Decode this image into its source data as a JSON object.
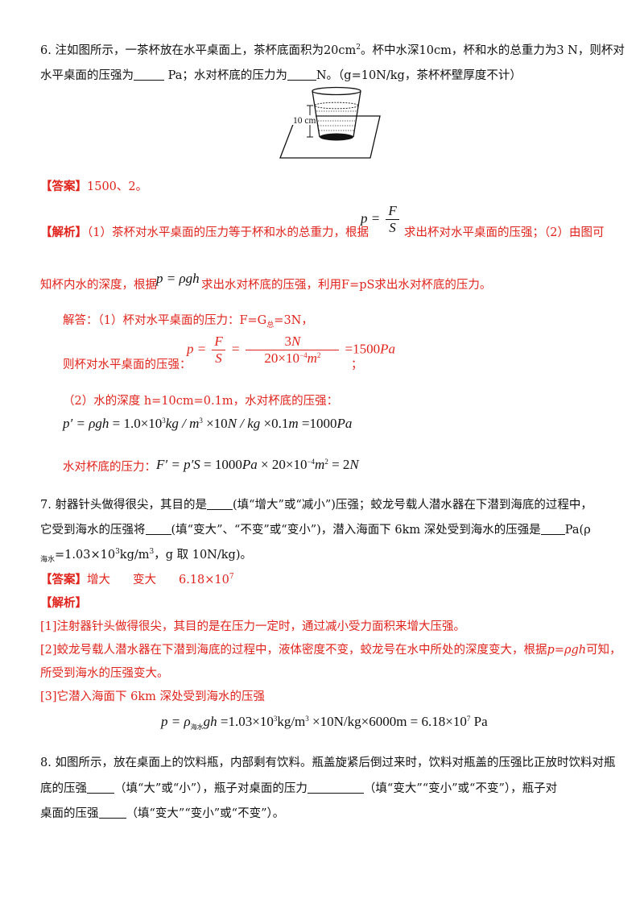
{
  "q6": {
    "line1": "6. 注如图所示，一茶杯放在水平桌面上，茶杯底面积为20cm",
    "sup2": "2",
    "line1b": "。杯中水深10cm，杯和水的总重力为3 N，则杯对",
    "line2a": "水平桌面的压强为",
    "line2b": "Pa；水对杯底的压力为",
    "line2c": "N。（g=10N/kg，茶杯杯壁厚度不计）",
    "figure_label": "10 cm",
    "answer_tag": "【答案】",
    "answer": "1500、2。",
    "analysis_tag": "【解析】",
    "analysis1": "（1）茶杯对水平桌面的压力等于杯和水的总重力，根据",
    "analysis1b": "求出杯对水平桌面的压强；（2）由图可",
    "analysis2": "知杯内水的深度，根据",
    "analysis2b": "求出水对杯底的压强，利用F=pS求出水对杯底的压力。",
    "sol1": "解答：（1）杯对水平桌面的压力：F=G",
    "sol1_sub": "总",
    "sol1b": "=3N，",
    "sol2": "则杯对水平桌面的压强：",
    "sol2_semicolon": "；",
    "sol3": "（2）水的深度 h=10cm=0.1m，水对杯底的压强：",
    "sol5": "水对杯底的压力："
  },
  "q7": {
    "line1a": "7. 射器针头做得很尖，其目的是",
    "line1b": "(填“增大”或“减小”)压强；蛟龙号载人潜水器在下潜到海底的过程中，",
    "line2a": "它受到海水的压强将",
    "line2b": "(填“变大”、“不变”或“变小”)，潜入海面下 6km 深处受到海水的压强是",
    "line2c": "Pa(ρ",
    "line3_sub": "海水",
    "line3": "=1.03×10",
    "line3_sup": "3",
    "line3b": "kg/m",
    "line3_sup2": "3",
    "line3c": "，g 取 10N/kg)。",
    "answer_tag": "【答案】",
    "answer1": "增大",
    "answer2": "变大",
    "answer3": "6.18×10",
    "answer3_sup": "7",
    "analysis_tag": "【解析】",
    "a1": "[1]注射器针头做得很尖，其目的是在压力一定时，通过减小受力面积来增大压强。",
    "a2": "[2]蛟龙号载人潜水器在下潜到海底的过程中，液体密度不变，蛟龙号在水中所处的深度变大，根据",
    "a2_formula": "p=ρgh",
    "a2b": "可知，",
    "a3": "所受到海水的压强变大。",
    "a4": "[3]它潜入海面下 6km 深处受到海水的压强"
  },
  "q8": {
    "line1": "8. 如图所示，放在桌面上的饮料瓶，内部剩有饮料。瓶盖旋紧后倒过来时，饮料对瓶盖的压强比正放时饮料对瓶",
    "line2a": "底的压强",
    "line2b": "（填“大”或“小”），瓶子对桌面的压力",
    "line2c": "（填“变大”“变小”或“不变”），瓶子对",
    "line3a": "桌面的压强",
    "line3b": "（填“变大”“变小”或“不变”）。"
  }
}
